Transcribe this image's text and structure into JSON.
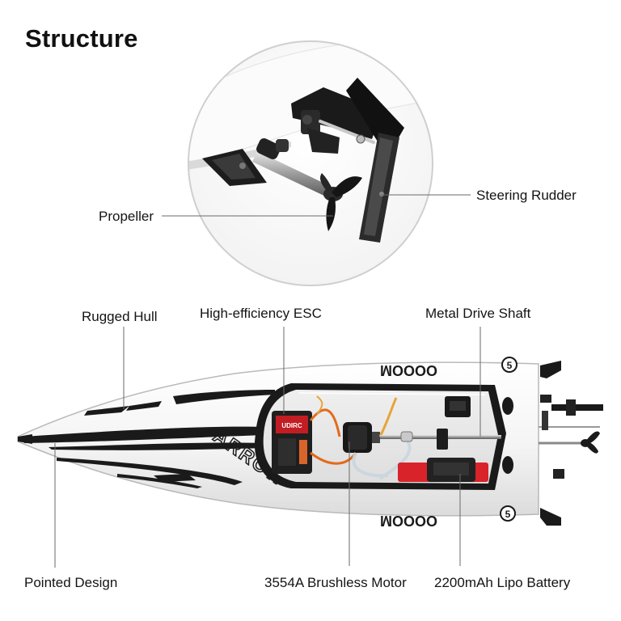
{
  "title": "Structure",
  "labels": {
    "propeller": "Propeller",
    "steering_rudder": "Steering Rudder",
    "rugged_hull": "Rugged Hull",
    "esc": "High-efficiency ESC",
    "drive_shaft": "Metal Drive Shaft",
    "pointed_design": "Pointed Design",
    "motor": "3554A Brushless Motor",
    "battery": "2200mAh Lipo Battery"
  },
  "boat": {
    "hull_lettering": "ARROW",
    "deck_lettering": "MOOOO",
    "badge": "5",
    "esc_brand": "UDIRC"
  },
  "colors": {
    "hull": "#f7f7f7",
    "stripe": "#1a1a1a",
    "battery": "#d8232a",
    "wire": "#e26a1c",
    "leader_line": "#6a6a6a"
  }
}
